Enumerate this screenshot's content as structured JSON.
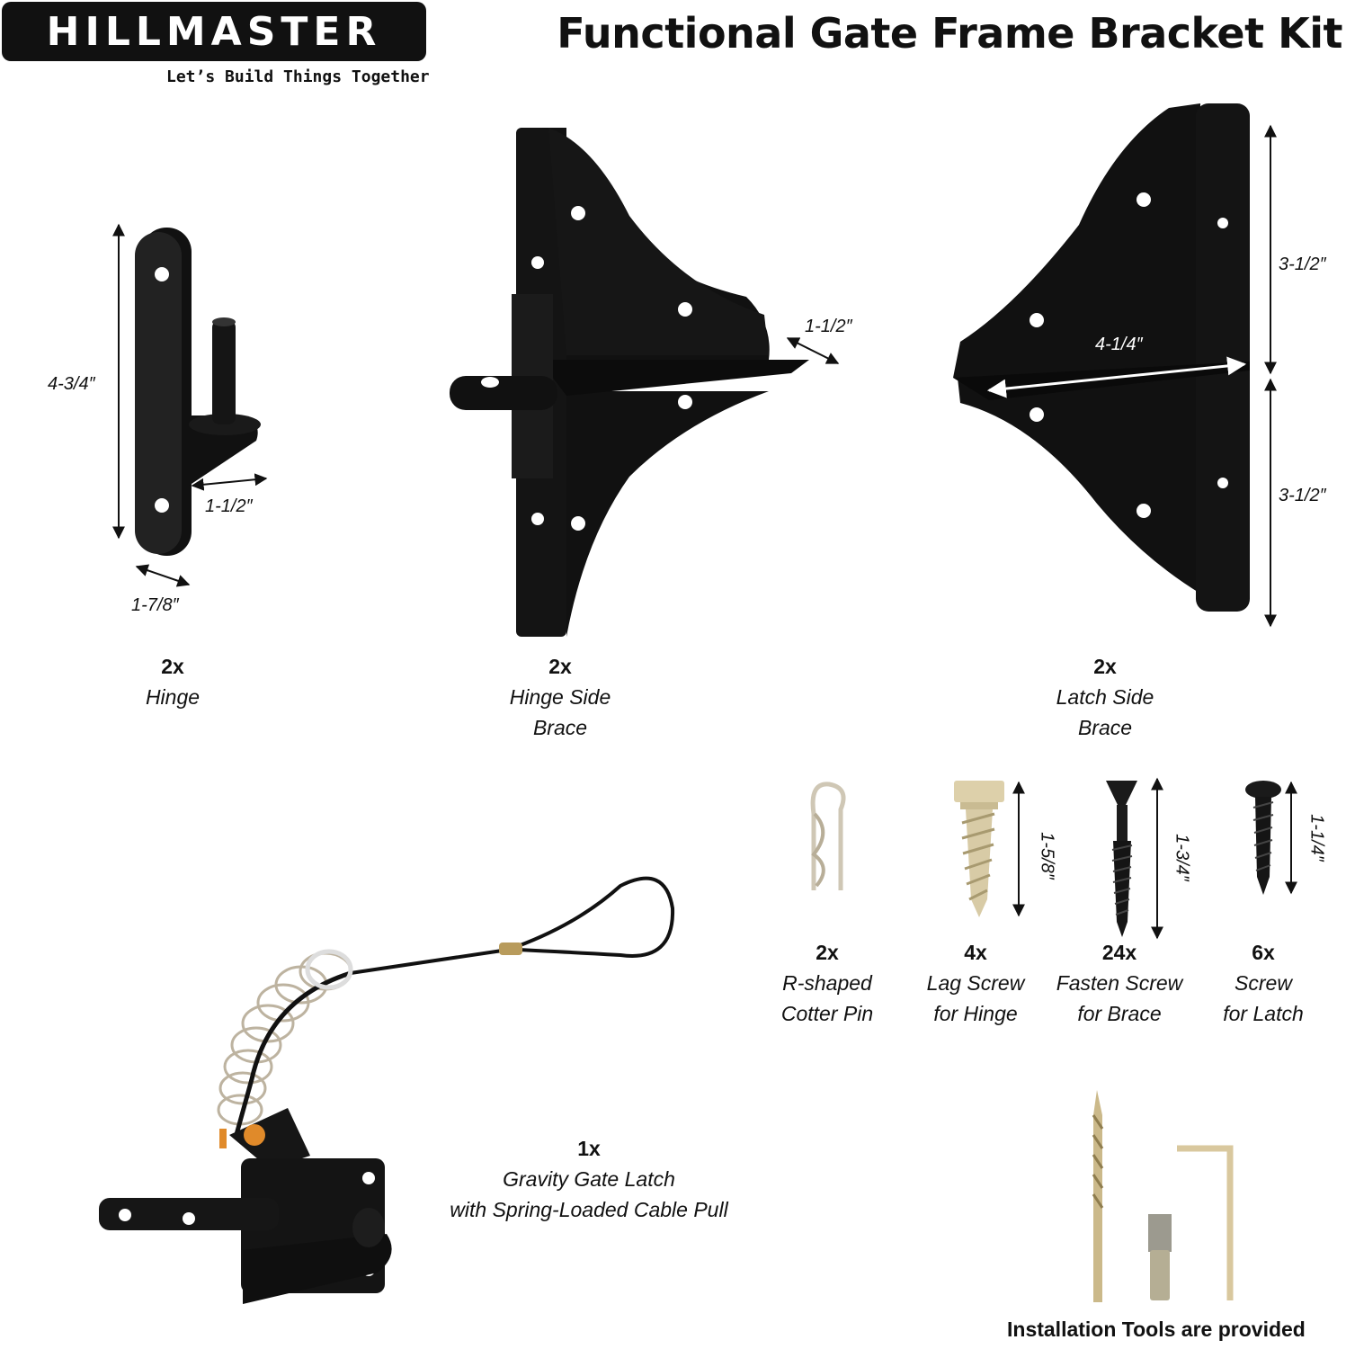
{
  "brand": {
    "logo_text": "HILLMASTER",
    "tagline": "Let’s Build Things Together"
  },
  "title": "Functional Gate Frame Bracket Kit",
  "parts": [
    {
      "qty": "2x",
      "name_line1": "Hinge",
      "name_line2": ""
    },
    {
      "qty": "2x",
      "name_line1": "Hinge Side",
      "name_line2": "Brace"
    },
    {
      "qty": "2x",
      "name_line1": "Latch Side",
      "name_line2": "Brace"
    },
    {
      "qty": "2x",
      "name_line1": "R-shaped",
      "name_line2": "Cotter Pin"
    },
    {
      "qty": "4x",
      "name_line1": "Lag Screw",
      "name_line2": "for Hinge"
    },
    {
      "qty": "24x",
      "name_line1": "Fasten Screw",
      "name_line2": "for Brace"
    },
    {
      "qty": "6x",
      "name_line1": "Screw",
      "name_line2": "for Latch"
    },
    {
      "qty": "1x",
      "name_line1": "Gravity Gate Latch",
      "name_line2": "with Spring-Loaded Cable Pull"
    }
  ],
  "dimensions": {
    "hinge_height": "4-3/4″",
    "hinge_pin": "1-1/2″",
    "hinge_width": "1-7/8″",
    "hinge_brace_depth": "1-1/2″",
    "latch_brace_width": "4-1/4″",
    "latch_brace_upper": "3-1/2″",
    "latch_brace_lower": "3-1/2″",
    "lag_screw": "1-5/8″",
    "fasten_screw": "1-3/4″",
    "latch_screw": "1-1/4″"
  },
  "tools_caption": "Installation Tools are provided",
  "colors": {
    "metal": "#111111",
    "zinc": "#d9cdb0",
    "accent": "#e08a2a"
  }
}
